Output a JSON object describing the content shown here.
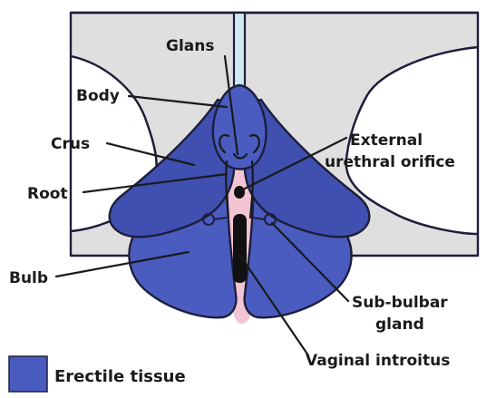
{
  "labels": {
    "glans": "Glans",
    "body": "Body",
    "crus": "Crus",
    "root": "Root",
    "bulb": "Bulb",
    "external_urethral_orifice_line1": "External",
    "external_urethral_orifice_line2": "urethral orifice",
    "sub_bulbar_gland_line1": "Sub-bulbar",
    "sub_bulbar_gland_line2": "gland",
    "vaginal_introitus": "Vaginal introitus"
  },
  "legend": {
    "label": "Erectile tissue",
    "color": "#4a5cc0"
  },
  "colors": {
    "erectile_tissue": "#4a5cc0",
    "background_tissue": "#dfdfdf",
    "mucosa": "#f2c4d4",
    "urethra_tube": "#cfe9f0"
  }
}
